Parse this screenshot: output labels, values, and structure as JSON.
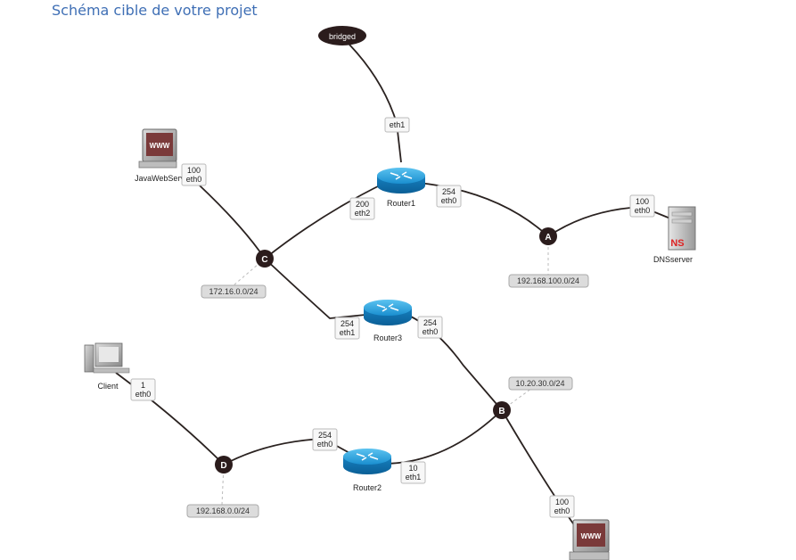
{
  "title": "Schéma cible de votre projet",
  "nodes": {
    "bridged": "bridged",
    "router1": "Router1",
    "router2": "Router2",
    "router3": "Router3",
    "javaweb": "JavaWebServ",
    "dns": "DNSserver",
    "client": "Client",
    "web_bottom": ""
  },
  "icon_text": {
    "www": "WWW",
    "ns": "NS"
  },
  "hubs": {
    "a": "A",
    "b": "B",
    "c": "C",
    "d": "D"
  },
  "networks": {
    "a": "192.168.100.0/24",
    "b": "10.20.30.0/24",
    "c": "172.16.0.0/24",
    "d": "192.168.0.0/24"
  },
  "interfaces": {
    "r1_eth1": {
      "line1": "eth1",
      "line2": ""
    },
    "jws_eth0": {
      "line1": "100",
      "line2": "eth0"
    },
    "r1_eth2": {
      "line1": "200",
      "line2": "eth2"
    },
    "r1_eth0": {
      "line1": "254",
      "line2": "eth0"
    },
    "dns_eth0": {
      "line1": "100",
      "line2": "eth0"
    },
    "r3_eth1": {
      "line1": "254",
      "line2": "eth1"
    },
    "r3_eth0": {
      "line1": "254",
      "line2": "eth0"
    },
    "client_eth0": {
      "line1": "1",
      "line2": "eth0"
    },
    "r2_eth0": {
      "line1": "254",
      "line2": "eth0"
    },
    "r2_eth1": {
      "line1": "10",
      "line2": "eth1"
    },
    "web2_eth0": {
      "line1": "100",
      "line2": "eth0"
    }
  },
  "colors": {
    "title": "#3f6fb5",
    "router": "#1a8fd0",
    "hub": "#2b1c1c",
    "link": "#2a2220"
  }
}
